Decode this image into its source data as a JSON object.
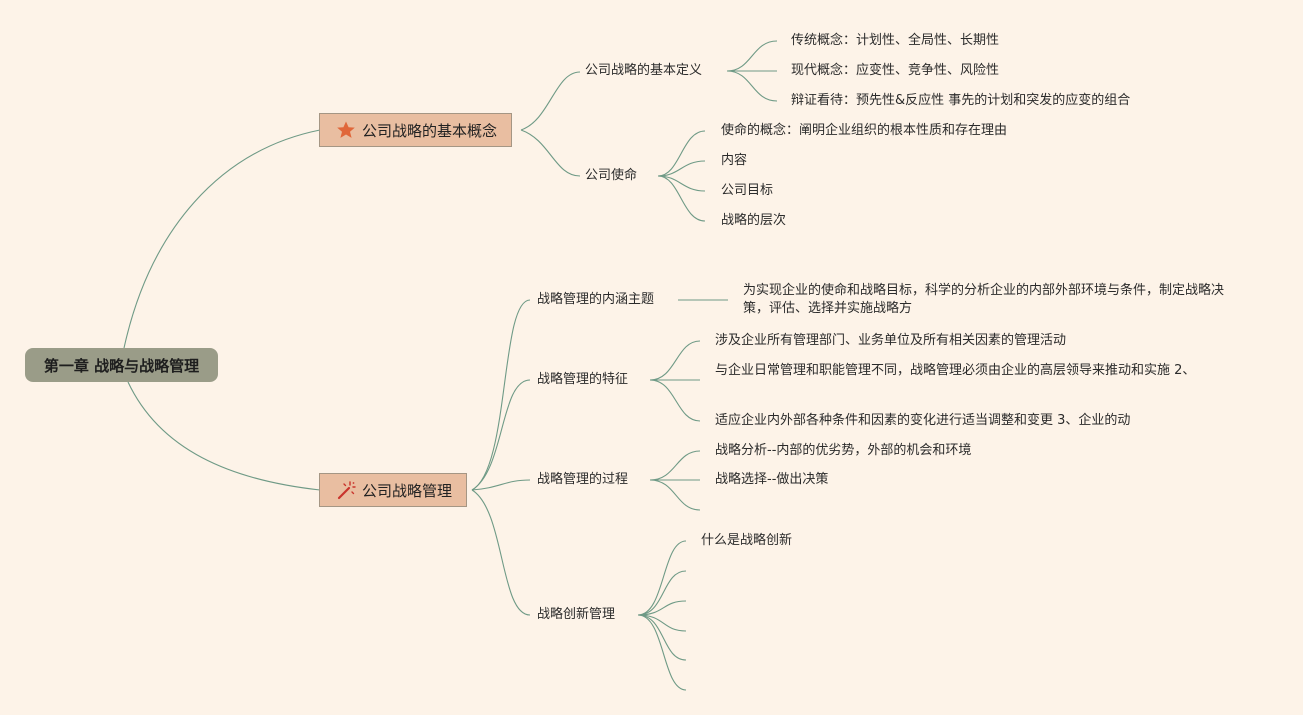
{
  "root": {
    "label": "第一章 战略与战略管理"
  },
  "branches": [
    {
      "label": "公司战略的基本概念",
      "icon": "star-icon",
      "children": [
        {
          "label": "公司战略的基本定义",
          "items": [
            "传统概念：计划性、全局性、长期性",
            "现代概念：应变性、竞争性、风险性",
            "辩证看待：预先性&反应性 事先的计划和突发的应变的组合"
          ]
        },
        {
          "label": "公司使命",
          "items": [
            "使命的概念：阐明企业组织的根本性质和存在理由",
            "内容",
            "公司目标",
            "战略的层次"
          ]
        }
      ]
    },
    {
      "label": "公司战略管理",
      "icon": "magic-wand-icon",
      "children": [
        {
          "label": "战略管理的内涵主题",
          "items": [
            "为实现企业的使命和战略目标，科学的分析企业的内部外部环境与条件，制定战略决策，评估、选择并实施战略方"
          ]
        },
        {
          "label": "战略管理的特征",
          "items": [
            "涉及企业所有管理部门、业务单位及所有相关因素的管理活动",
            "与企业日常管理和职能管理不同，战略管理必须由企业的高层领导来推动和实施 2、",
            "适应企业内外部各种条件和因素的变化进行适当调整和变更 3、企业的动"
          ]
        },
        {
          "label": "战略管理的过程",
          "items": [
            "战略分析--内部的优劣势，外部的机会和环境",
            "战略选择--做出决策",
            ""
          ]
        },
        {
          "label": "战略创新管理",
          "items": [
            "什么是战略创新",
            "",
            "",
            "",
            "",
            ""
          ]
        }
      ]
    }
  ],
  "colors": {
    "background": "#fdf3e8",
    "root_fill": "#9a9c88",
    "branch_fill": "#e9bea1",
    "branch_border": "#a59684",
    "connector": "#6f9a86",
    "star_icon": "#e0673a",
    "wand_icon": "#c9342c"
  }
}
